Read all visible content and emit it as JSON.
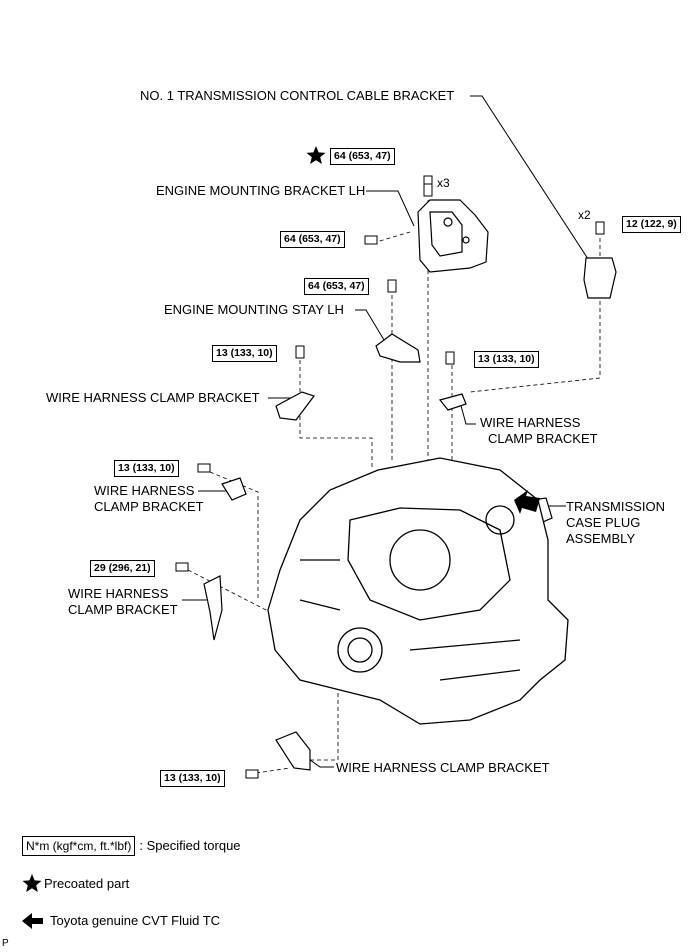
{
  "labels": {
    "no1_bracket": "NO. 1 TRANSMISSION CONTROL CABLE BRACKET",
    "engine_mount_bracket": "ENGINE MOUNTING BRACKET LH",
    "engine_mount_stay": "ENGINE MOUNTING STAY LH",
    "whcb_left_top": "WIRE HARNESS CLAMP BRACKET",
    "whcb_right_1": "WIRE HARNESS",
    "whcb_right_2": "CLAMP BRACKET",
    "whcb_mid_1": "WIRE HARNESS",
    "whcb_mid_2": "CLAMP BRACKET",
    "whcb_lower_1": "WIRE HARNESS",
    "whcb_lower_2": "CLAMP BRACKET",
    "whcb_bottom": "WIRE HARNESS CLAMP BRACKET",
    "plug_1": "TRANSMISSION",
    "plug_2": "CASE PLUG",
    "plug_3": "ASSEMBLY"
  },
  "torques": {
    "t_top": "64 (653, 47)",
    "t_mount_left": "64 (653, 47)",
    "t_stay": "64 (653, 47)",
    "t_cable": "12 (122, 9)",
    "t_left_bracket": "13 (133, 10)",
    "t_right_bracket": "13 (133, 10)",
    "t_mid_bracket": "13 (133, 10)",
    "t_lower_bracket": "29 (296, 21)",
    "t_bottom_bracket": "13 (133, 10)"
  },
  "quantities": {
    "x3": "x3",
    "x2": "x2"
  },
  "legend": {
    "torque_box": "N*m (kgf*cm, ft.*lbf)",
    "torque_text": ": Specified torque",
    "star_text": "Precoated part",
    "arrow_text": "Toyota genuine CVT Fluid TC"
  },
  "corner_mark": "P"
}
